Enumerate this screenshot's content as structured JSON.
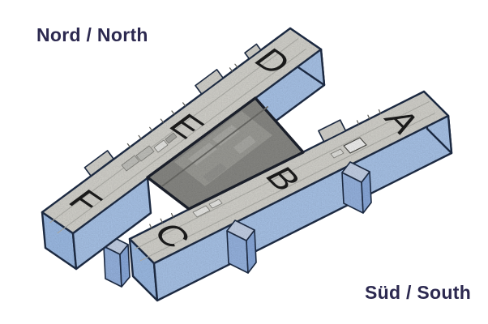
{
  "map": {
    "type": "airport-terminal-isometric-map",
    "region_labels": {
      "north": "Nord / North",
      "south": "Süd / South"
    },
    "piers": [
      {
        "label": "A"
      },
      {
        "label": "B"
      },
      {
        "label": "C"
      },
      {
        "label": "D"
      },
      {
        "label": "E"
      },
      {
        "label": "F"
      }
    ]
  },
  "colors": {
    "background": "#ffffff",
    "side_blue": "#b0ccf2",
    "end_blue": "#a3c3ee",
    "stub_top": "#ccd9f0",
    "stub_side": "#9dbbe9",
    "stub_side_dark": "#8fb0e4",
    "roof_gray": "#dcdbd5",
    "terminal_gray": "#8e8e8a",
    "terminal_patch_light": "#a2a29d",
    "terminal_patch_lighter": "#b1b1ac",
    "outline": "#22304a",
    "region_label_color": "#2c2950",
    "pier_letter_color": "#1a1a1a"
  }
}
